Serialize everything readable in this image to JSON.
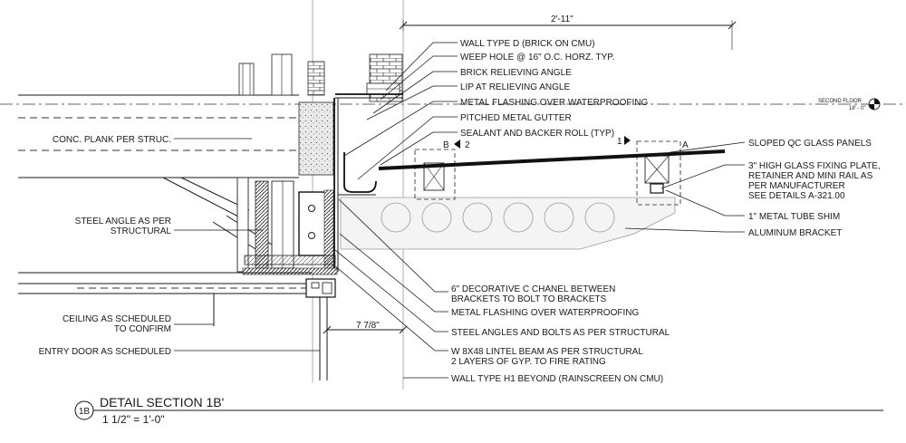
{
  "drawing": {
    "title": "DETAIL SECTION 1B'",
    "scale": "1 1/2\" = 1'-0\"",
    "tag": "1B",
    "dimensions": {
      "top": "2'-11\"",
      "bottom": "7 7/8\""
    },
    "level_marker": {
      "name": "SECOND FLOOR",
      "elevation": "18' - 0\""
    },
    "section_marks": {
      "a": "A",
      "b": "B",
      "one": "1",
      "two": "2"
    },
    "notes_left": [
      "CONC. PLANK PER STRUC.",
      "STEEL ANGLE AS PER",
      "STRUCTURAL",
      "CEILING AS SCHEDULED",
      "TO CONFIRM",
      "ENTRY DOOR AS SCHEDULED"
    ],
    "notes_top": [
      "WALL TYPE D (BRICK ON CMU)",
      "WEEP HOLE @ 16\" O.C. HORZ. TYP.",
      "BRICK RELIEVING ANGLE",
      "LIP AT RELIEVING ANGLE",
      "METAL FLASHING OVER WATERPROOFING",
      "PITCHED METAL GUTTER",
      "SEALANT AND BACKER ROLL (TYP)"
    ],
    "notes_right": [
      "SLOPED QC GLASS PANELS",
      "3\" HIGH GLASS FIXING PLATE,",
      "RETAINER AND MINI RAIL AS",
      "PER MANUFACTURER",
      "SEE DETAILS A-321.00",
      "1\" METAL TUBE SHIM",
      "ALUMINUM BRACKET"
    ],
    "notes_bottom": [
      "6\" DECORATIVE C CHANEL BETWEEN",
      "BRACKETS TO BOLT TO BRACKETS",
      "METAL FLASHING OVER WATERPROOFING",
      "STEEL ANGLES AND BOLTS AS PER STRUCTURAL",
      "W 8X48 LINTEL BEAM AS PER STRUCTURAL",
      "2 LAYERS OF GYP. TO FIRE RATING",
      "WALL TYPE H1 BEYOND (RAINSCREEN ON CMU)"
    ]
  }
}
